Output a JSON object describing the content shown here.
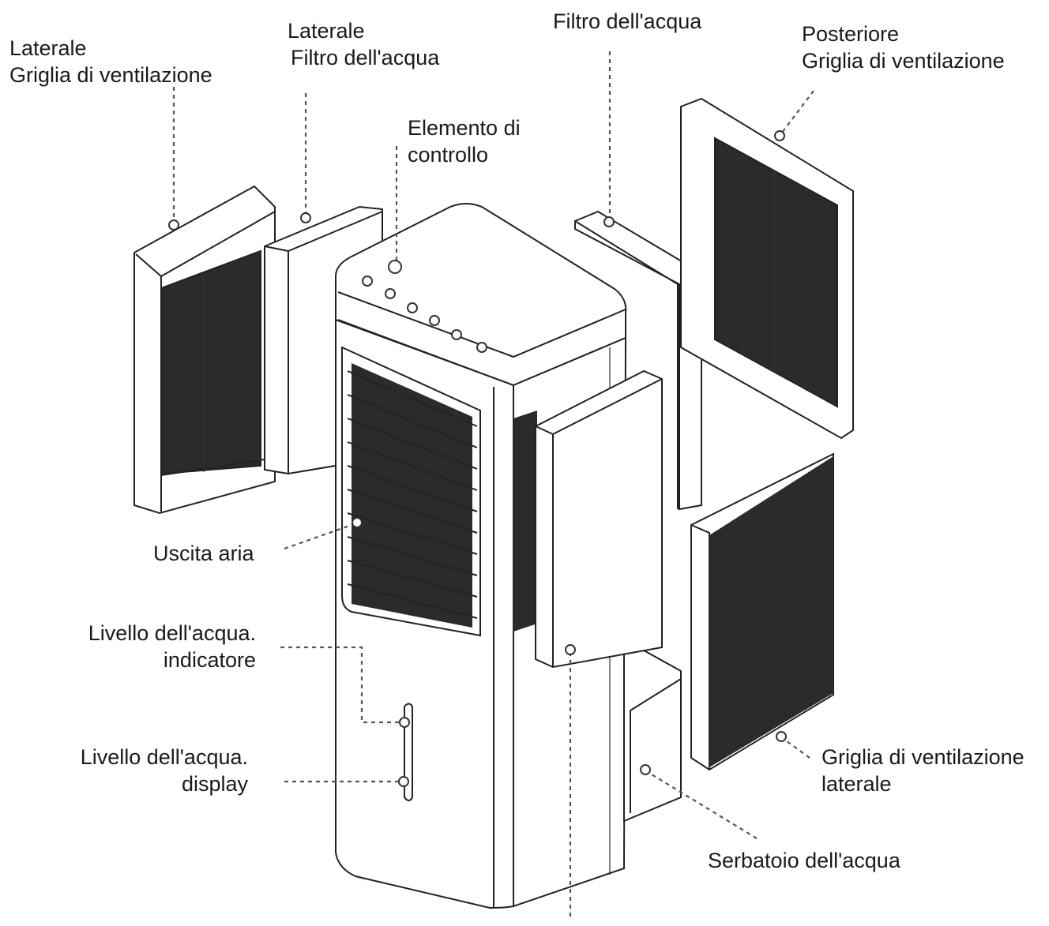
{
  "labels": {
    "side_grille": {
      "line1": "Laterale",
      "line2": "Griglia di ventilazione"
    },
    "side_filter": {
      "line1": "Laterale",
      "line2": "Filtro dell'acqua"
    },
    "control": {
      "line1": "Elemento di",
      "line2": "controllo"
    },
    "water_filter": "Filtro dell'acqua",
    "rear_grille": {
      "line1": "Posteriore",
      "line2": "Griglia di ventilazione"
    },
    "air_outlet": "Uscita aria",
    "level_indicator": {
      "line1": "Livello dell'acqua.",
      "line2": "indicatore"
    },
    "level_display": {
      "line1": "Livello dell'acqua.",
      "line2": "display"
    },
    "side_grille_right": {
      "line1": "Griglia di ventilazione",
      "line2": "laterale"
    },
    "tank": "Serbatoio dell'acqua"
  },
  "colors": {
    "line": "#222222",
    "mesh": "#2b2b2b",
    "leader": "#555555"
  }
}
